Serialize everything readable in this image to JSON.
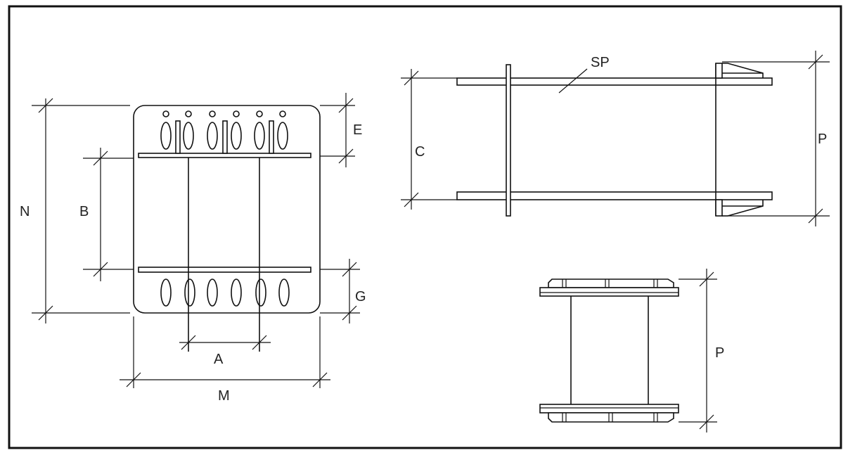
{
  "labels": {
    "N": "N",
    "B": "B",
    "E": "E",
    "G": "G",
    "A": "A",
    "M": "M",
    "C": "C",
    "SP": "SP",
    "P_side": "P",
    "P_end": "P"
  }
}
